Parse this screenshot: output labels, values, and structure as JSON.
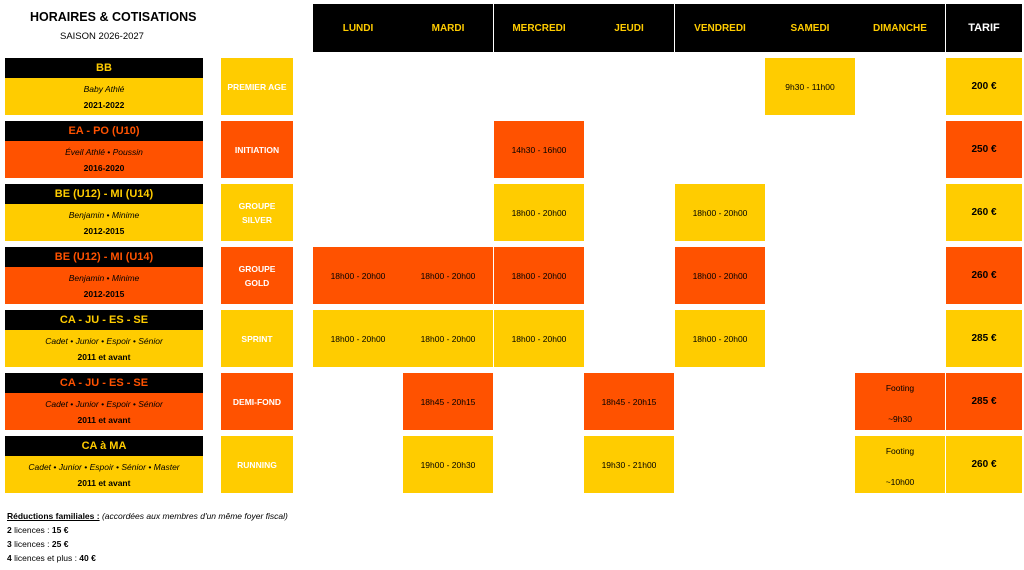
{
  "header": {
    "title": "HORAIRES & COTISATIONS",
    "season": "SAISON 2026-2027"
  },
  "days": [
    "LUNDI",
    "MARDI",
    "MERCREDI",
    "JEUDI",
    "VENDREDI",
    "SAMEDI",
    "DIMANCHE"
  ],
  "tarif_label": "TARIF",
  "colors": {
    "yellow": "#FFCC00",
    "orange": "#FF5200",
    "black": "#000000"
  },
  "rows": [
    {
      "code": "BB",
      "subtitle": "Baby Athlé",
      "years": "2021-2022",
      "group": "PREMIER AGE",
      "group_lines": [
        "PREMIER AGE"
      ],
      "slots": {
        "samedi": "9h30 - 11h00"
      },
      "price": "200 €",
      "color": "yellow"
    },
    {
      "code": "EA - PO (U10)",
      "subtitle": "Éveil Athlé • Poussin",
      "years": "2016-2020",
      "group": "INITIATION",
      "group_lines": [
        "INITIATION"
      ],
      "slots": {
        "mercredi": "14h30 - 16h00"
      },
      "price": "250 €",
      "color": "orange"
    },
    {
      "code": "BE (U12) - MI (U14)",
      "subtitle": "Benjamin • Minime",
      "years": "2012-2015",
      "group": "GROUPE SILVER",
      "group_lines": [
        "GROUPE",
        "SILVER"
      ],
      "slots": {
        "mercredi": "18h00 - 20h00",
        "vendredi": "18h00 - 20h00"
      },
      "price": "260 €",
      "color": "yellow"
    },
    {
      "code": "BE (U12) - MI (U14)",
      "subtitle": "Benjamin • Minime",
      "years": "2012-2015",
      "group": "GROUPE GOLD",
      "group_lines": [
        "GROUPE",
        "GOLD"
      ],
      "slots": {
        "lundi": "18h00 - 20h00",
        "mardi": "18h00 - 20h00",
        "mercredi": "18h00 - 20h00",
        "vendredi": "18h00 - 20h00"
      },
      "price": "260 €",
      "color": "orange"
    },
    {
      "code": "CA - JU - ES - SE",
      "subtitle": "Cadet • Junior • Espoir • Sénior",
      "years": "2011 et avant",
      "group": "SPRINT",
      "group_lines": [
        "SPRINT"
      ],
      "slots": {
        "lundi": "18h00 - 20h00",
        "mardi": "18h00 - 20h00",
        "mercredi": "18h00 - 20h00",
        "vendredi": "18h00 - 20h00"
      },
      "price": "285 €",
      "color": "yellow"
    },
    {
      "code": "CA - JU - ES - SE",
      "subtitle": "Cadet • Junior • Espoir • Sénior",
      "years": "2011 et avant",
      "group": "DEMI-FOND",
      "group_lines": [
        "DEMI-FOND"
      ],
      "slots": {
        "mardi": "18h45 - 20h15",
        "jeudi": "18h45 - 20h15",
        "dimanche": [
          "Footing",
          "~9h30"
        ]
      },
      "price": "285 €",
      "color": "orange"
    },
    {
      "code": "CA à MA",
      "subtitle": "Cadet • Junior • Espoir • Sénior • Master",
      "years": "2011 et avant",
      "group": "RUNNING",
      "group_lines": [
        "RUNNING"
      ],
      "slots": {
        "mardi": "19h00 - 20h30",
        "jeudi": "19h30 - 21h00",
        "dimanche": [
          "Footing",
          "~10h00"
        ]
      },
      "price": "260 €",
      "color": "yellow"
    }
  ],
  "reductions": {
    "title": "Réductions familiales :",
    "note": "(accordées aux membres d'un même foyer fiscal)",
    "items": [
      {
        "count": "2",
        "label": " licences : ",
        "amount": "15 €"
      },
      {
        "count": "3",
        "label": " licences : ",
        "amount": "25 €"
      },
      {
        "count": "4",
        "label": " licences et plus : ",
        "amount": "40 €"
      }
    ]
  }
}
